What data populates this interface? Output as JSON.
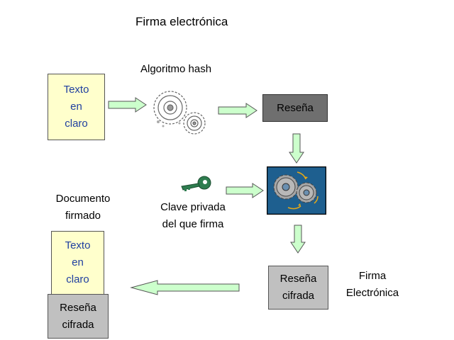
{
  "title": "Firma electrónica",
  "hash_label": "Algoritmo hash",
  "plain_text_box": [
    "Texto",
    "en",
    "claro"
  ],
  "digest_box": "Reseña",
  "private_key_label": [
    "Clave privada",
    "del que firma"
  ],
  "signed_doc_label": [
    "Documento",
    "firmado"
  ],
  "signed_doc_text": [
    "Texto",
    "en",
    "claro"
  ],
  "signed_doc_digest": [
    "Reseña",
    "cifrada"
  ],
  "encrypted_digest_box": [
    "Reseña",
    "cifrada"
  ],
  "signature_label": [
    "Firma",
    "Electrónica"
  ],
  "icons": {
    "hash": "gears-icon",
    "key": "key-icon",
    "encrypt": "gears-encrypt-icon"
  },
  "colors": {
    "plain_text_fill": "#ffffcc",
    "plain_text_font": "#1f3fa0",
    "digest_fill": "#6f6f6f",
    "encrypted_fill": "#c0c0c0",
    "arrow_fill": "#ccffcc",
    "encrypt_panel": "#1e5f8f",
    "key_color": "#2e7d4f"
  }
}
